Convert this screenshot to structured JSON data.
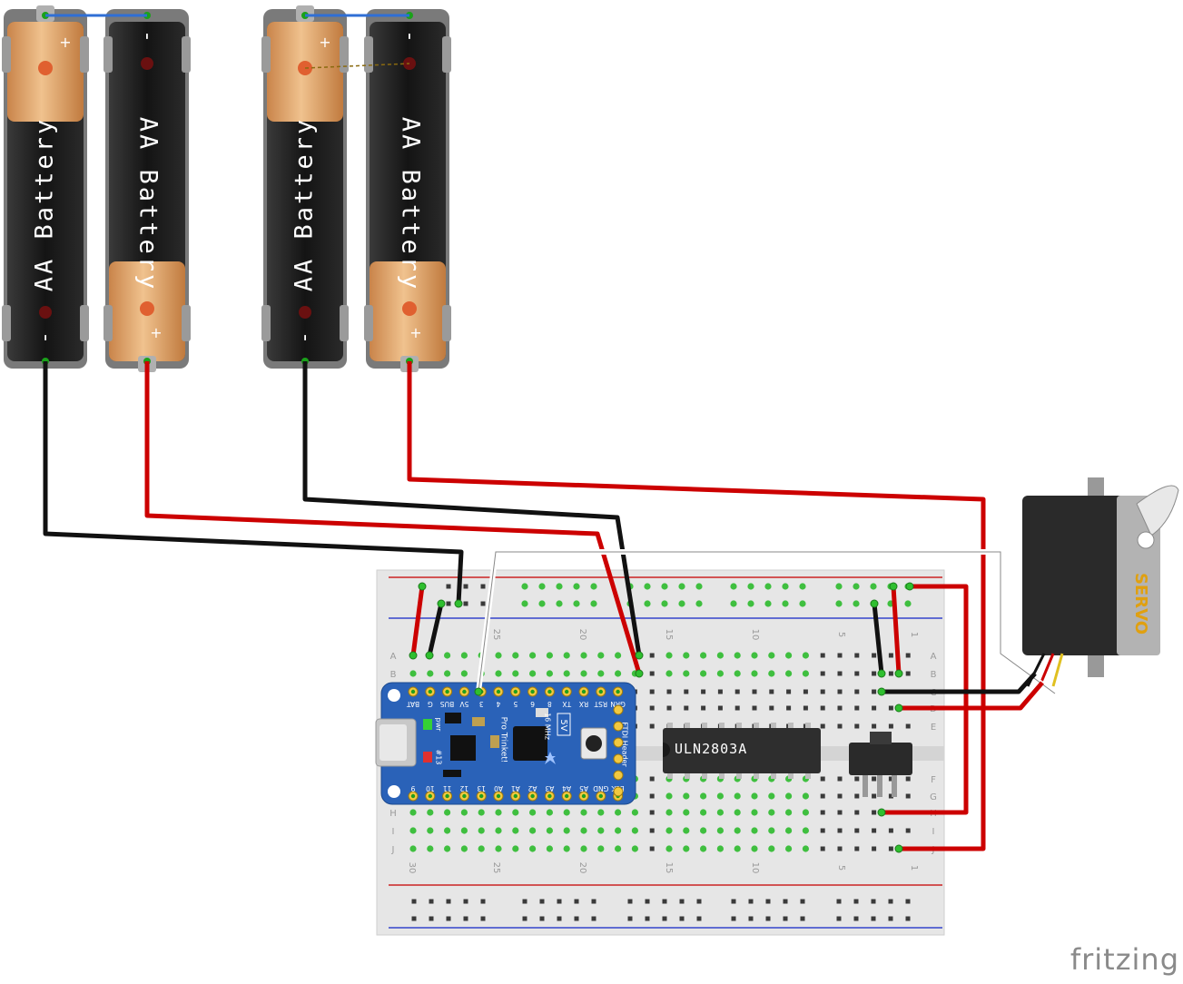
{
  "batteries": [
    {
      "label": "AA Battery",
      "plus": "+",
      "minus": "-"
    },
    {
      "label": "AA Battery",
      "plus": "+",
      "minus": "-"
    },
    {
      "label": "AA Battery",
      "plus": "+",
      "minus": "-"
    },
    {
      "label": "AA Battery",
      "plus": "+",
      "minus": "-"
    }
  ],
  "breadboard": {
    "row_letters": [
      "A",
      "B",
      "C",
      "D",
      "E",
      "F",
      "G",
      "H",
      "I",
      "J"
    ],
    "column_numbers_top": [
      "25",
      "20",
      "15",
      "10",
      "5",
      "1"
    ],
    "column_numbers_bottom": [
      "30",
      "25",
      "20",
      "15",
      "10",
      "5",
      "1"
    ]
  },
  "trinket": {
    "top_pins": [
      "BAT",
      "G",
      "BUS",
      "5V",
      "3",
      "4",
      "5",
      "6",
      "8",
      "TX",
      "RX",
      "RST",
      "GRN"
    ],
    "bottom_pins": [
      "9",
      "10",
      "11",
      "12",
      "13",
      "A0",
      "A1",
      "A2",
      "A3",
      "A4",
      "A5",
      "GND",
      "BLK"
    ],
    "name": "Pro Trinket!",
    "voltage": "5V",
    "clock": "16 MHz",
    "header": "FTDI Header",
    "led_pwr": "pwr",
    "led_13": "#13"
  },
  "ic": {
    "label": "ULN2803A"
  },
  "servo": {
    "label": "SERVO"
  },
  "brand": "fritzing",
  "colors": {
    "red_wire": "#cc0000",
    "black_wire": "#111111",
    "white_wire": "#e8e8e8",
    "blue_wire": "#2f6fd6",
    "breadboard": "#e6e6e6",
    "trinket": "#2a62b8",
    "battery_copper": "#d9975a"
  }
}
